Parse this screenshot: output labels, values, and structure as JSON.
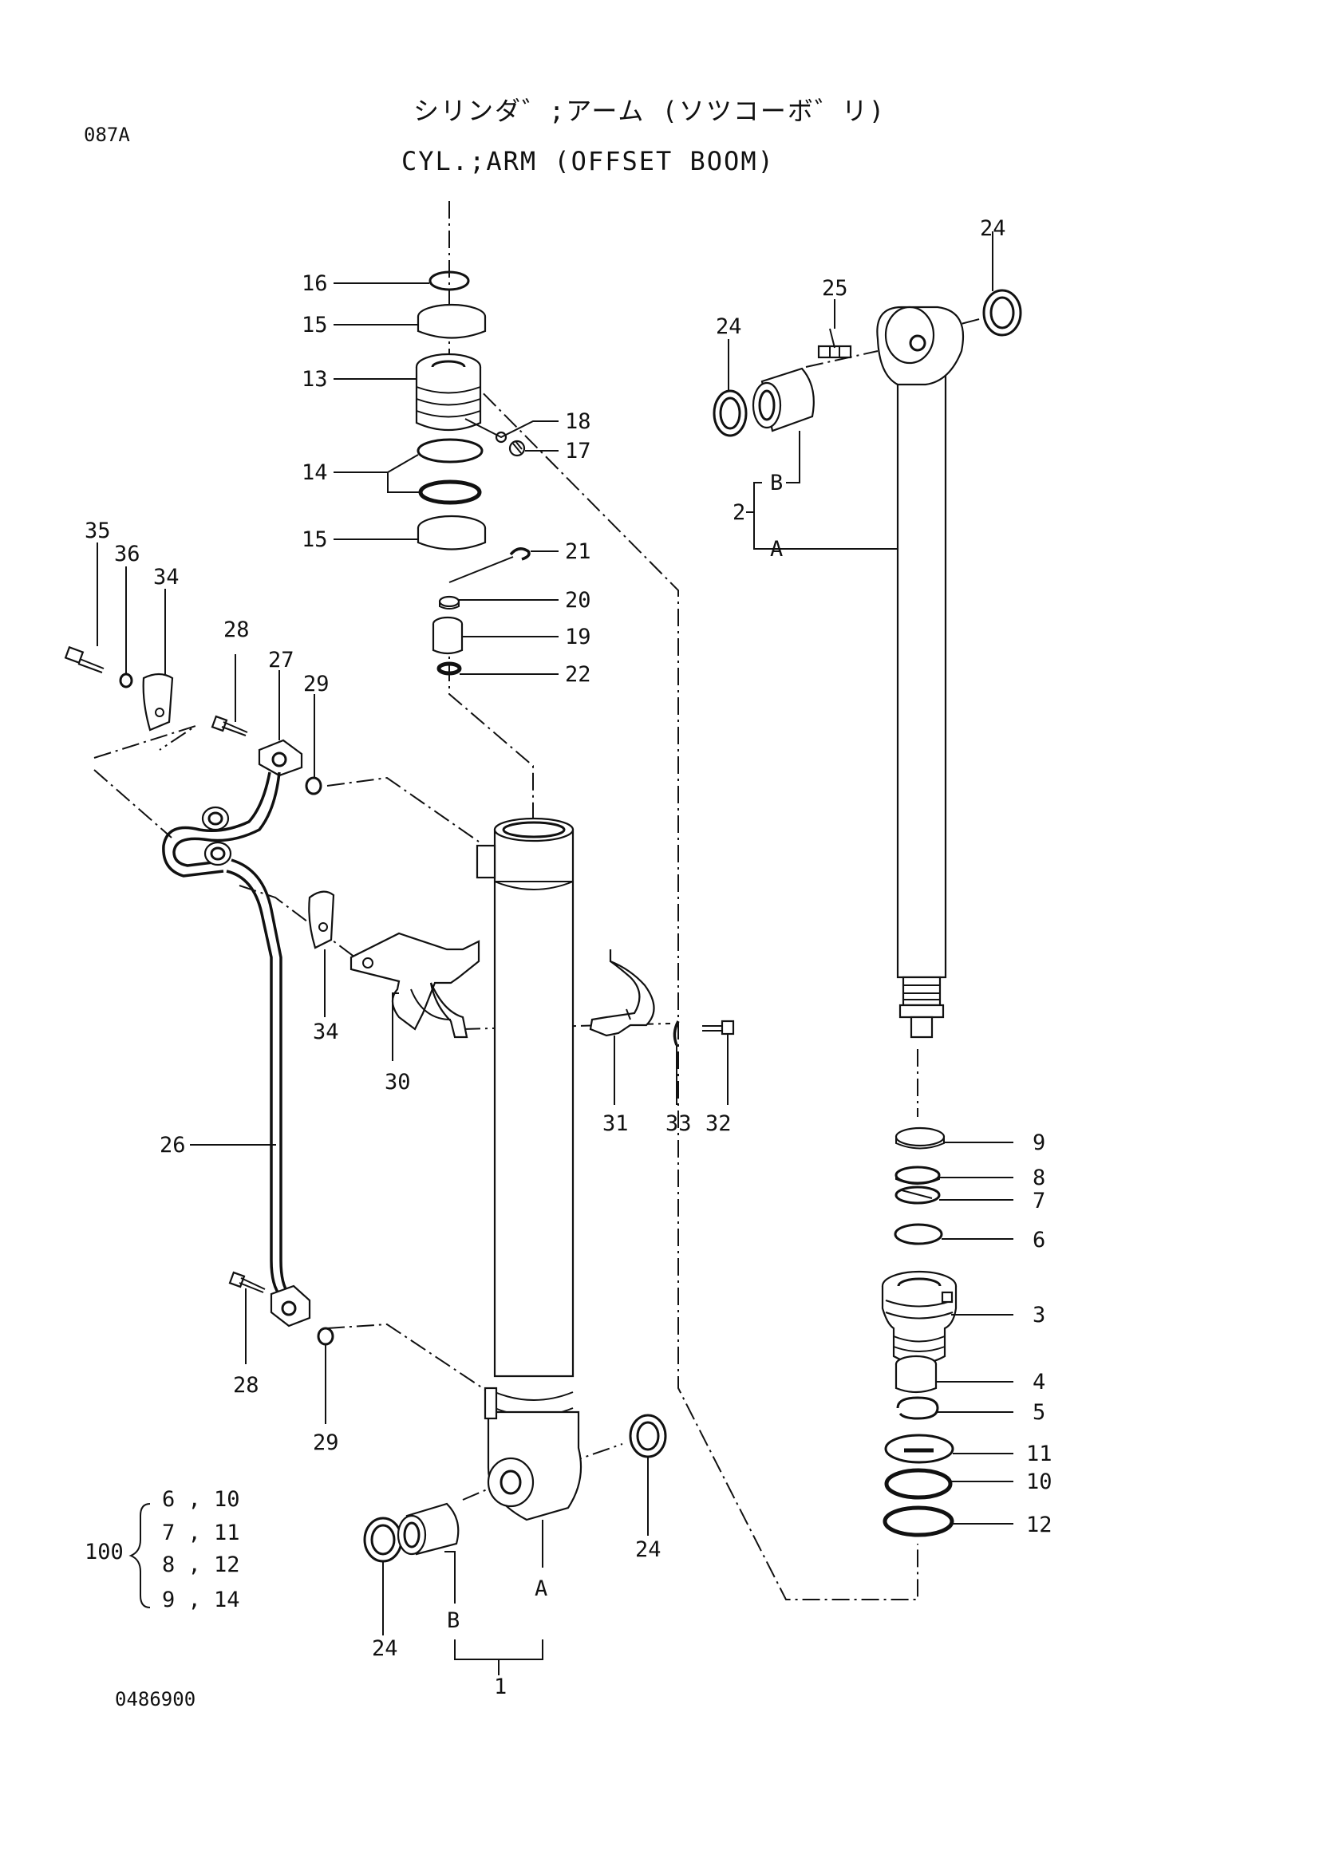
{
  "header": {
    "page_code": "087A",
    "title_jp": "シリンダ゛;アーム (ソツコーボ゛リ)",
    "title_en": "CYL.;ARM (OFFSET BOOM)"
  },
  "footer": {
    "drawing_number": "0486900"
  },
  "callouts": {
    "c16": "16",
    "c15a": "15",
    "c13": "13",
    "c18": "18",
    "c17": "17",
    "c14": "14",
    "c15b": "15",
    "c21": "21",
    "c20": "20",
    "c19": "19",
    "c22": "22",
    "c35": "35",
    "c36": "36",
    "c34a": "34",
    "c28a": "28",
    "c27": "27",
    "c29a": "29",
    "c34b": "34",
    "c30": "30",
    "c31": "31",
    "c33": "33",
    "c32": "32",
    "c26": "26",
    "c28b": "28",
    "c29b": "29",
    "c24a": "24",
    "c25": "25",
    "c24b": "24",
    "c2": "2",
    "c2b": "B",
    "c2a": "A",
    "c9": "9",
    "c8": "8",
    "c7": "7",
    "c6": "6",
    "c3": "3",
    "c4": "4",
    "c5": "5",
    "c11": "11",
    "c10": "10",
    "c12": "12",
    "c24c": "24",
    "c24d": "24",
    "c1b": "B",
    "c1a": "A",
    "c1": "1"
  },
  "kit": {
    "number": "100",
    "rows": [
      "6 , 10",
      "7 , 11",
      "8 , 12",
      "9 , 14"
    ]
  }
}
